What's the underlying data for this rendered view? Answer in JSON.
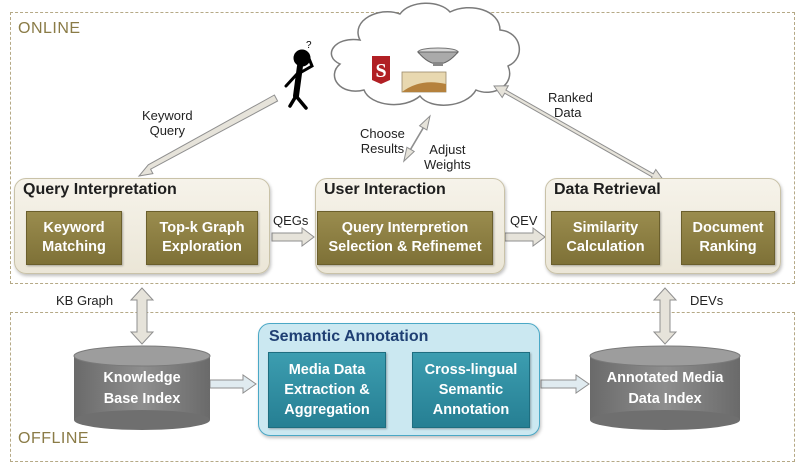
{
  "zones": {
    "online_label": "ONLINE",
    "offline_label": "OFFLINE"
  },
  "stages": {
    "query_interpretation": {
      "title": "Query Interpretation",
      "boxes": [
        {
          "line1": "Keyword",
          "line2": "Matching"
        },
        {
          "line1": "Top-k Graph",
          "line2": "Exploration"
        }
      ]
    },
    "user_interaction": {
      "title": "User Interaction",
      "boxes": [
        {
          "line1": "Query Interpretion",
          "line2": "Selection & Refinemet"
        }
      ]
    },
    "data_retrieval": {
      "title": "Data Retrieval",
      "boxes": [
        {
          "line1": "Similarity",
          "line2": "Calculation"
        },
        {
          "line1": "Document",
          "line2": "Ranking"
        }
      ]
    }
  },
  "semantic_annotation": {
    "title": "Semantic Annotation",
    "boxes": [
      {
        "line1": "Media Data",
        "line2": "Extraction &",
        "line3": "Aggregation"
      },
      {
        "line1": "Cross-lingual",
        "line2": "Semantic",
        "line3": "Annotation"
      }
    ]
  },
  "databases": {
    "knowledge_base": {
      "line1": "Knowledge",
      "line2": "Base Index"
    },
    "annotated_media": {
      "line1": "Annotated Media",
      "line2": "Data Index"
    }
  },
  "edge_labels": {
    "keyword_query": {
      "line1": "Keyword",
      "line2": "Query"
    },
    "choose_results": {
      "line1": "Choose",
      "line2": "Results"
    },
    "adjust_weights": {
      "line1": "Adjust",
      "line2": "Weights"
    },
    "ranked_data": {
      "line1": "Ranked",
      "line2": "Data"
    },
    "qegs": "QEGs",
    "qev": "QEV",
    "kb_graph": "KB Graph",
    "devs": "DEVs"
  },
  "logo": {
    "letter": "S"
  },
  "colors": {
    "zone_border": "#b5a986",
    "olive_box": "#8b7e42",
    "teal_box": "#2f8ea2",
    "semantic_panel": "#cbe8f1",
    "cylinder": "#7d7d7d",
    "arrow_fill": "#e6e3da"
  }
}
